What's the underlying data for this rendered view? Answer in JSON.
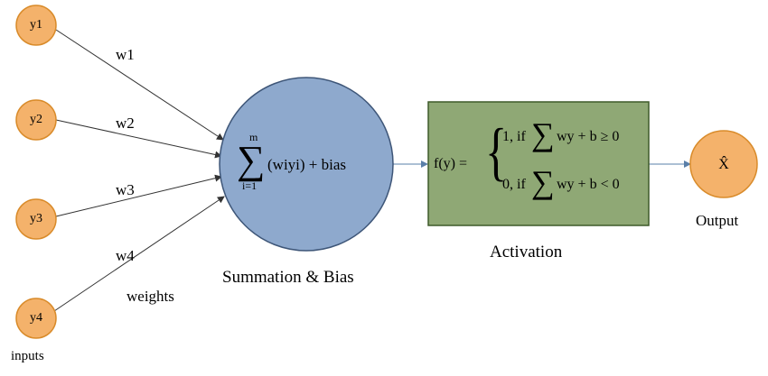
{
  "colors": {
    "input_node_fill": "#F4B26B",
    "input_node_stroke": "#D98B2A",
    "sum_node_fill": "#8EA9CD",
    "sum_node_stroke": "#3E5678",
    "activation_fill": "#8FA875",
    "activation_stroke": "#3E5A2A",
    "output_node_fill": "#F4B26B",
    "arrow_dark": "#333333",
    "arrow_blue": "#5A7FA8"
  },
  "inputs": [
    {
      "label": "y1"
    },
    {
      "label": "y2"
    },
    {
      "label": "y3"
    },
    {
      "label": "y4"
    }
  ],
  "weights": [
    "w1",
    "w2",
    "w3",
    "w4"
  ],
  "weights_label": "weights",
  "inputs_label": "inputs",
  "summation": {
    "upper": "m",
    "symbol": "∑",
    "lower": "i=1",
    "expression": "(wiyi) + bias",
    "caption": "Summation & Bias"
  },
  "activation": {
    "function": "f(y)  =",
    "brace": "{",
    "case1_prefix": "1, if",
    "case1_expr": "wy + b  ≥ 0",
    "case2_prefix": "0, if",
    "case2_expr": "wy + b  < 0",
    "sum_symbol": "∑",
    "caption": "Activation"
  },
  "output": {
    "symbol": "X̂",
    "caption": "Output"
  }
}
